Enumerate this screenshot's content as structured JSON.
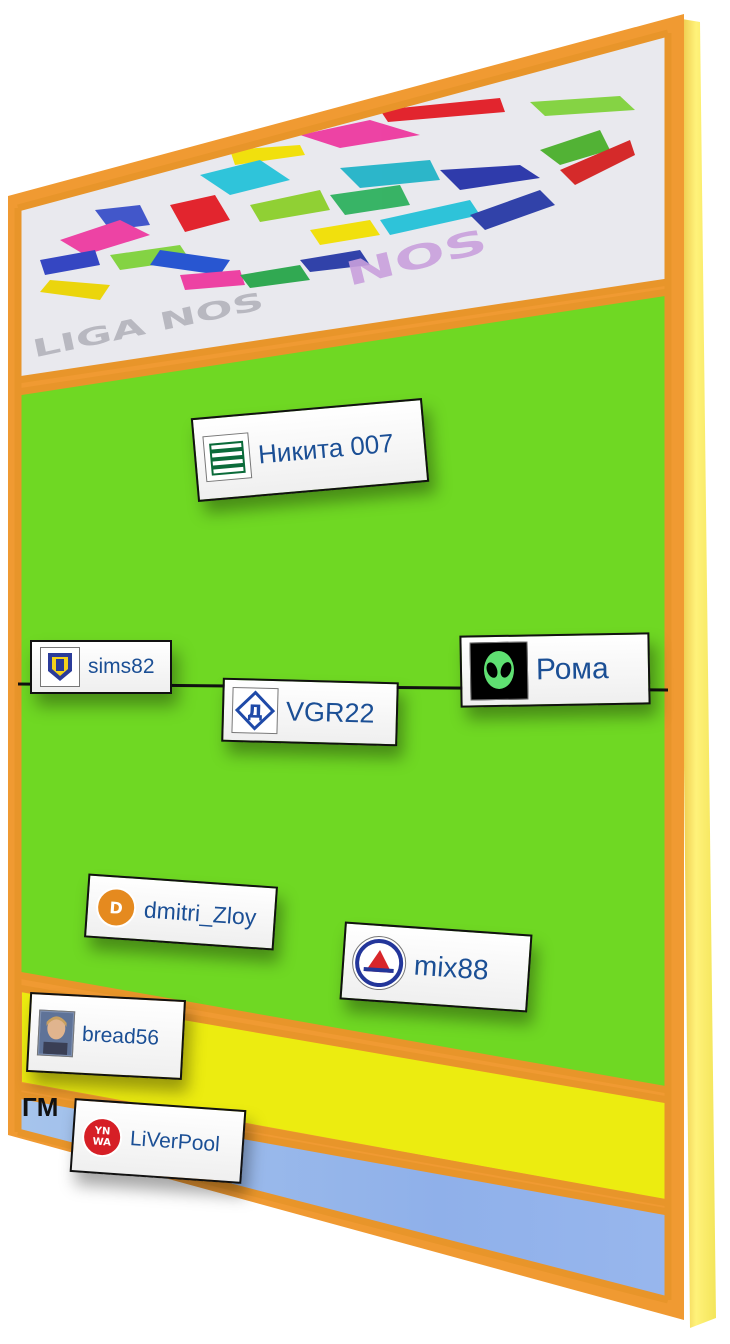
{
  "header": {
    "logo_text": "LIGA NOS"
  },
  "formation": {
    "top": {
      "name": "Никита 007",
      "icon": "striped-jersey-icon"
    },
    "left": {
      "name": "sims82",
      "icon": "club-crest-icon"
    },
    "center": {
      "name": "VGR22",
      "icon": "dynamo-crest-icon",
      "icon_letter": "Д"
    },
    "right": {
      "name": "Рома",
      "icon": "alien-icon"
    },
    "bottom_left": {
      "name": "dmitri_Zloy",
      "icon": "letter-avatar-icon",
      "icon_letter": "D"
    },
    "bottom_right": {
      "name": "mix88",
      "icon": "lokomotiv-crest-icon"
    }
  },
  "substitute": {
    "name": "bread56",
    "icon": "portrait-icon"
  },
  "gm": {
    "label": "ГМ",
    "name": "LiVerPool",
    "icon": "ynwa-badge-icon",
    "icon_text_top": "YN",
    "icon_text_bottom": "WA"
  },
  "colors": {
    "field": "#6fd823",
    "bench": "#ecec10",
    "gm_row": "#9ab8ee",
    "frame": "#e8952a",
    "edge": "#f2e64a",
    "name_text": "#1b4f95"
  }
}
